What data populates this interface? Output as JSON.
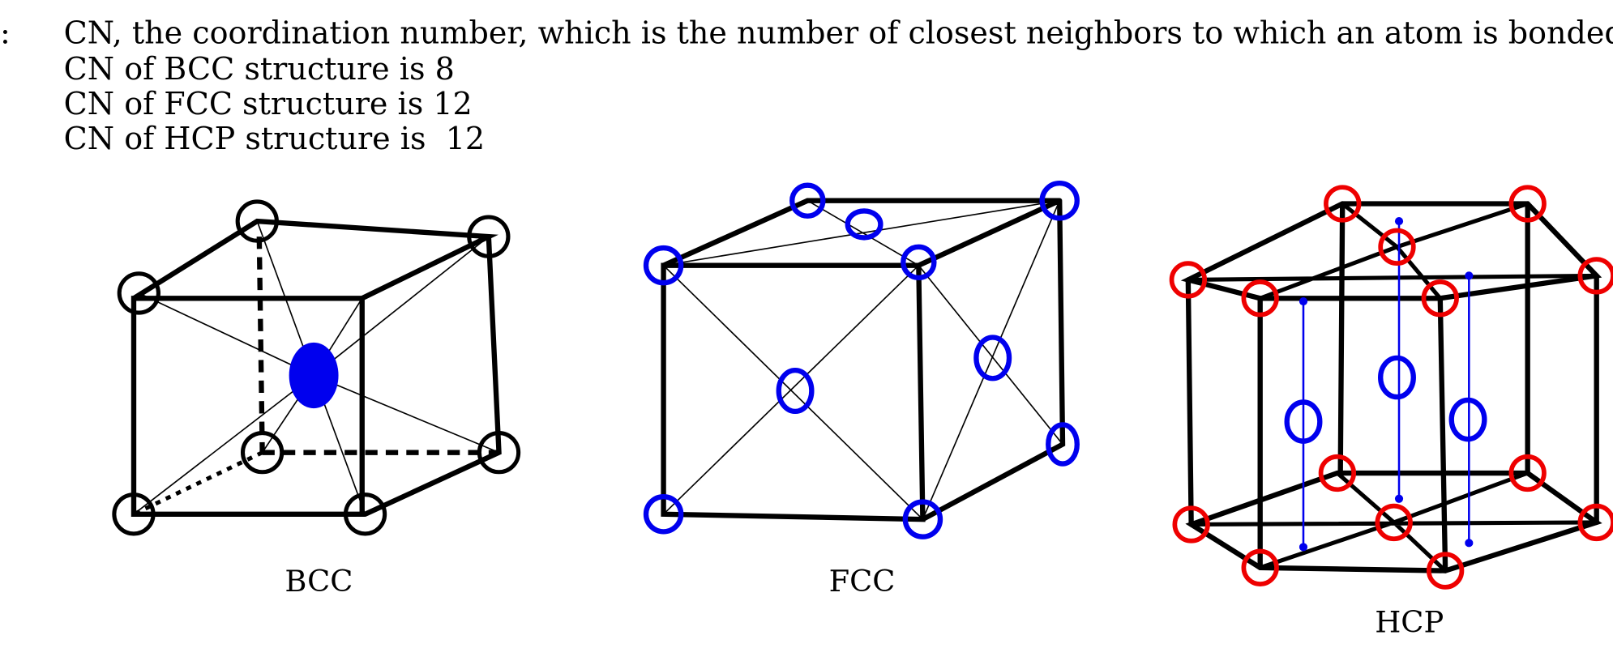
{
  "bullet": ":",
  "lines": [
    "CN, the coordination number, which is the number of closest neighbors to which an atom is bonded.",
    "CN of BCC structure is 8",
    "CN of FCC structure is 12",
    "CN of HCP structure is  12"
  ],
  "figures": {
    "bcc": {
      "label": "BCC",
      "atom_color": "#000000",
      "center_color": "#0000ee"
    },
    "fcc": {
      "label": "FCC",
      "atom_color": "#0000ee"
    },
    "hcp": {
      "label": "HCP",
      "atom_color": "#ee0000",
      "interior_color": "#0000ee"
    }
  }
}
